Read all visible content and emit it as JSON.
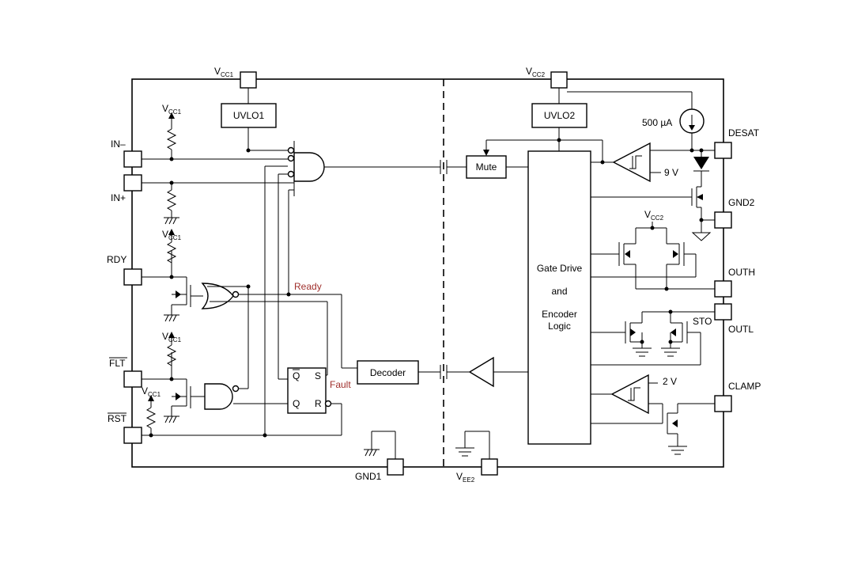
{
  "pins": {
    "vcc1": {
      "main": "V",
      "sub": "CC1"
    },
    "vcc2": {
      "main": "V",
      "sub": "CC2"
    },
    "in_minus": "IN–",
    "in_plus": "IN+",
    "rdy": "RDY",
    "flt": "FLT",
    "rst": "RST",
    "gnd1": "GND1",
    "vee2": {
      "main": "V",
      "sub": "EE2"
    },
    "desat": "DESAT",
    "gnd2": "GND2",
    "outh": "OUTH",
    "outl": "OUTL",
    "clamp": "CLAMP"
  },
  "blocks": {
    "uvlo1": "UVLO1",
    "uvlo2": "UVLO2",
    "mute": "Mute",
    "decoder": "Decoder",
    "gate_drive": [
      "Gate Drive",
      "and",
      "Encoder",
      "Logic"
    ],
    "latch": {
      "qbar": "Q",
      "s": "S",
      "q": "Q",
      "r": "R"
    }
  },
  "signals": {
    "ready": "Ready",
    "fault": "Fault",
    "sto": "STO"
  },
  "values": {
    "current_source": "500 µA",
    "desat_ref": "9 V",
    "clamp_ref": "2 V"
  },
  "supply_labels": {
    "pullup": {
      "main": "V",
      "sub": "CC1"
    },
    "vcc2_inner": {
      "main": "V",
      "sub": "CC2"
    }
  },
  "colors": {
    "signal_label": "#a0302d",
    "line": "#000000"
  }
}
